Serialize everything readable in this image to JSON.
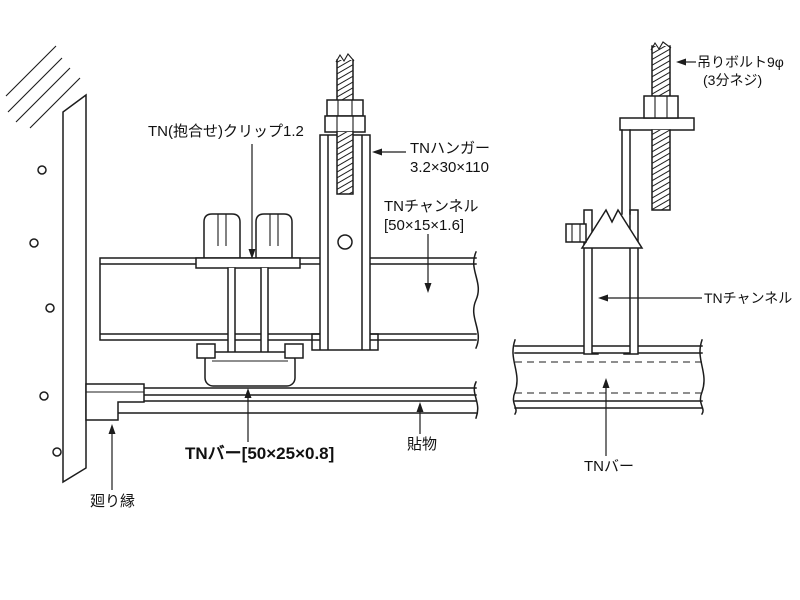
{
  "diagram": {
    "type": "technical-drawing",
    "subject": "ceiling-suspension-system-detail",
    "line_color": "#1c1c1c",
    "background_color": "#ffffff"
  },
  "labels": {
    "clip": "TN(抱合せ)クリップ1.2",
    "hanger": {
      "line1": "TNハンガー",
      "line2": "3.2×30×110"
    },
    "channel_left": {
      "line1": "TNチャンネル",
      "line2": "[50×15×1.6]"
    },
    "bolt": {
      "line1": "吊りボルト9φ",
      "line2": "(3分ネジ)"
    },
    "channel_right": "TNチャンネル",
    "tn_bar_left": "TNバー[50×25×0.8]",
    "board": "貼物",
    "tn_bar_right": "TNバー",
    "trim": "廻り縁"
  }
}
